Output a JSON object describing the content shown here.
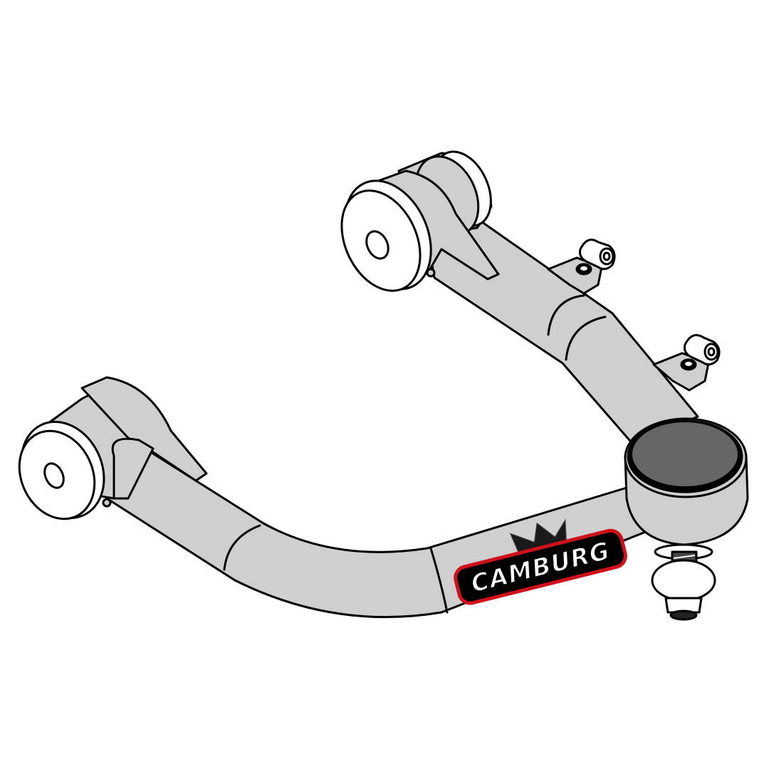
{
  "product": {
    "name": "Upper Control Arm",
    "view": "isometric line illustration"
  },
  "logo": {
    "text": "CAMBURG",
    "icon": "eagle-icon",
    "text_color": "#ffffff",
    "outline_color": "#d0101a",
    "badge_color": "#000000"
  },
  "colors": {
    "background": "#ffffff",
    "arm_fill": "#cfcfcf",
    "bushing_fill": "#ffffff",
    "ball_joint_cap": "#666666",
    "outline": "#000000"
  }
}
